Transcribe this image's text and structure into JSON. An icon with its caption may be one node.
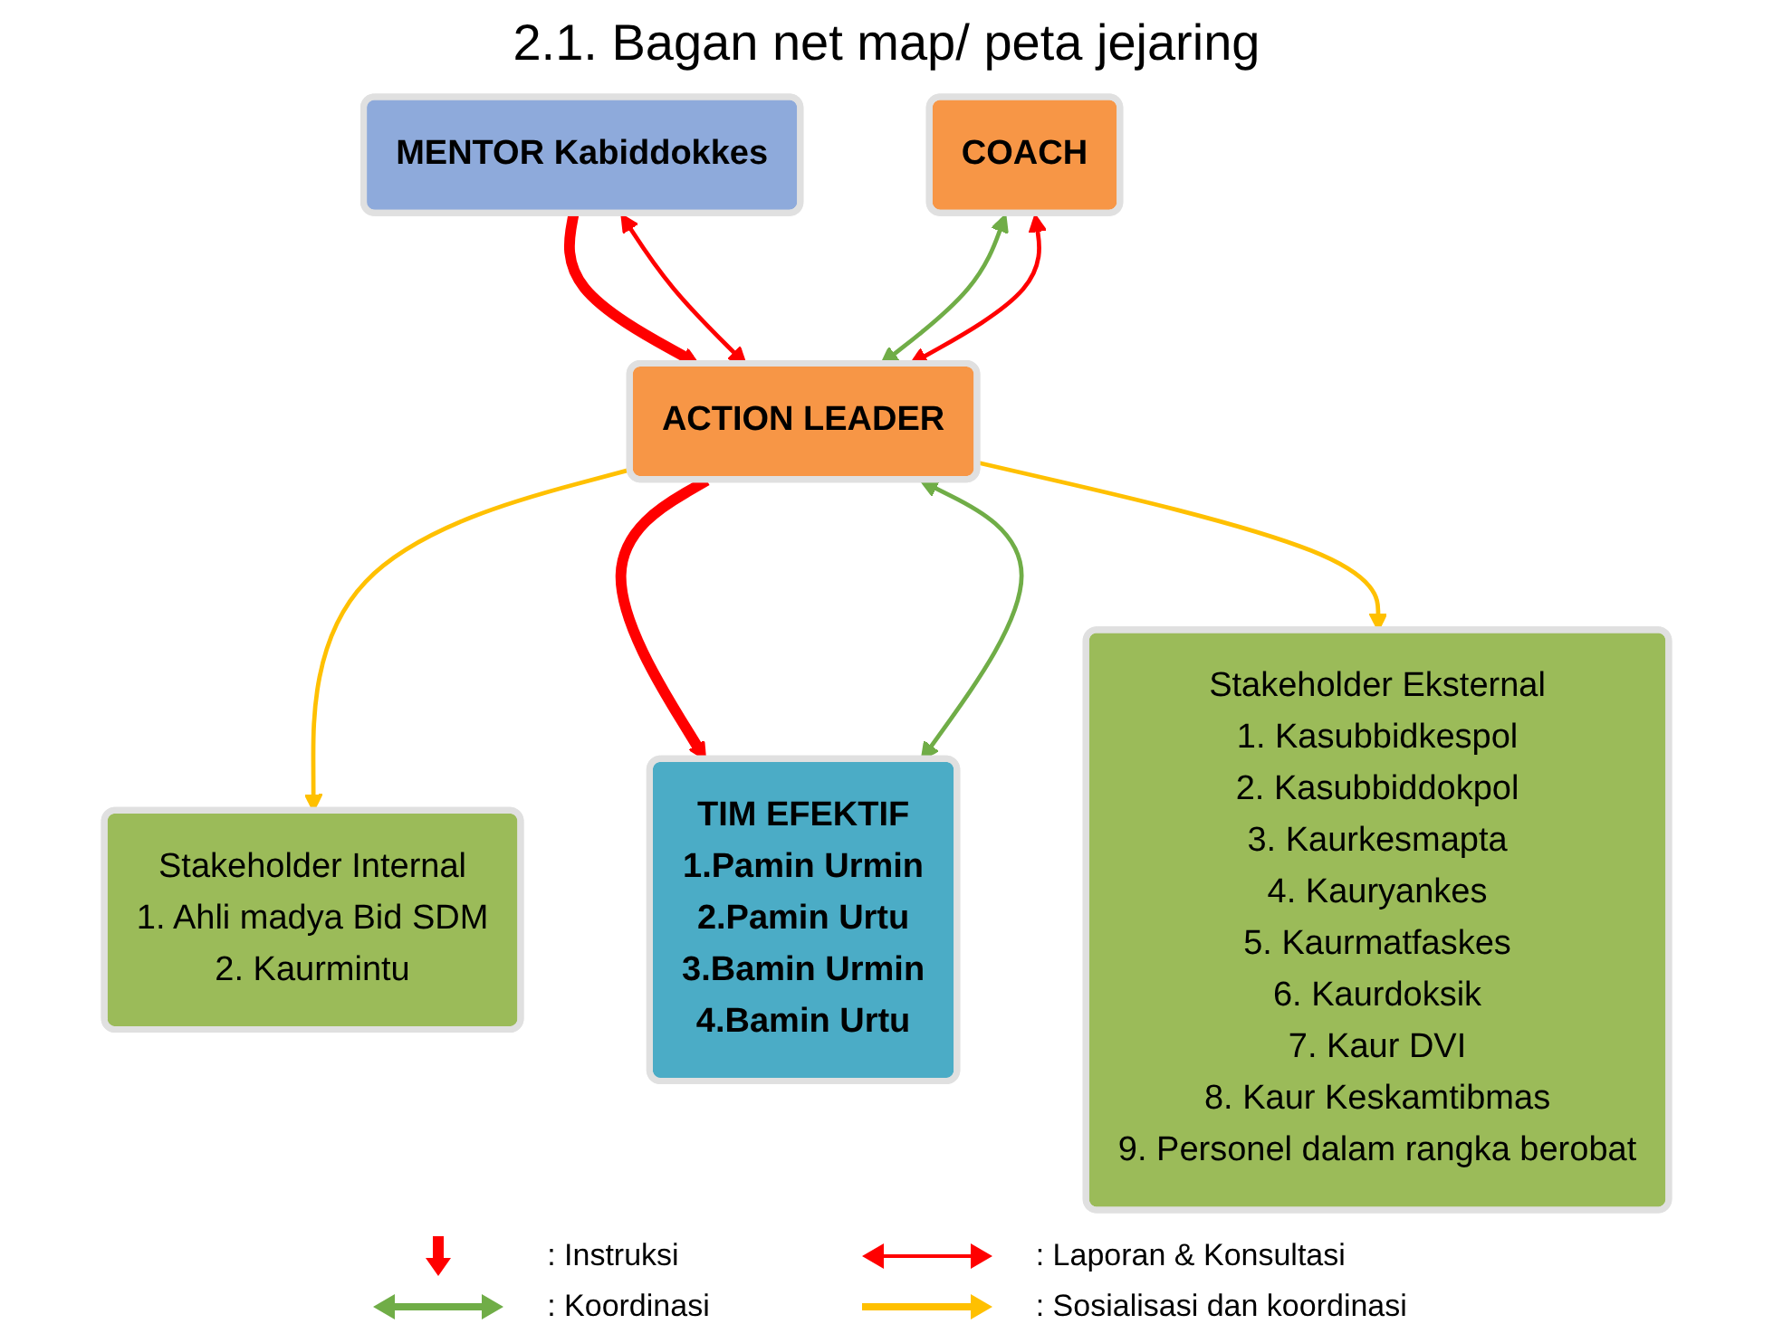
{
  "diagram": {
    "title": "2.1.  Bagan net map/ peta jejaring",
    "nodes": [
      {
        "text": [
          "MENTOR Kabiddokkes"
        ]
      },
      {
        "text": [
          "COACH"
        ]
      },
      {
        "text": [
          "ACTION LEADER"
        ]
      },
      {
        "text": [
          "Stakeholder Internal",
          "1.   Ahli madya Bid SDM",
          "2.   Kaurmintu"
        ]
      },
      {
        "text": [
          "TIM EFEKTIF",
          "1.Pamin Urmin",
          "2.Pamin Urtu",
          "3.Bamin Urmin",
          "4.Bamin Urtu"
        ]
      },
      {
        "text": [
          "Stakeholder Eksternal",
          "1.  Kasubbidkespol",
          "2.  Kasubbiddokpol",
          "3.  Kaurkesmapta",
          "4.  Kauryankes",
          "5.  Kaurmatfaskes",
          "6.  Kaurdoksik",
          "7.  Kaur DVI",
          "8.  Kaur Keskamtibmas",
          "9.  Personel dalam rangka berobat"
        ]
      }
    ],
    "edges": [
      {
        "from": 0,
        "to": 2,
        "arrow": "to",
        "style": "thick"
      },
      {
        "from": 0,
        "to": 2,
        "arrow": "both"
      },
      {
        "from": 1,
        "to": 2,
        "arrow": "both",
        "color": "#70ad47"
      },
      {
        "from": 1,
        "to": 2,
        "arrow": "both"
      },
      {
        "from": 2,
        "to": 3,
        "arrow": "to",
        "color": "#ffc000"
      },
      {
        "from": 2,
        "to": 4,
        "arrow": "to",
        "style": "thick"
      },
      {
        "from": 2,
        "to": 4,
        "arrow": "both",
        "color": "#70ad47"
      },
      {
        "from": 2,
        "to": 5,
        "arrow": "to",
        "color": "#ffc000"
      }
    ],
    "legend": [
      {
        "text": ": Instruksi"
      },
      {
        "text": ": Laporan & Konsultasi"
      },
      {
        "text": ": Koordinasi"
      },
      {
        "text": ": Sosialisasi dan koordinasi"
      }
    ]
  }
}
